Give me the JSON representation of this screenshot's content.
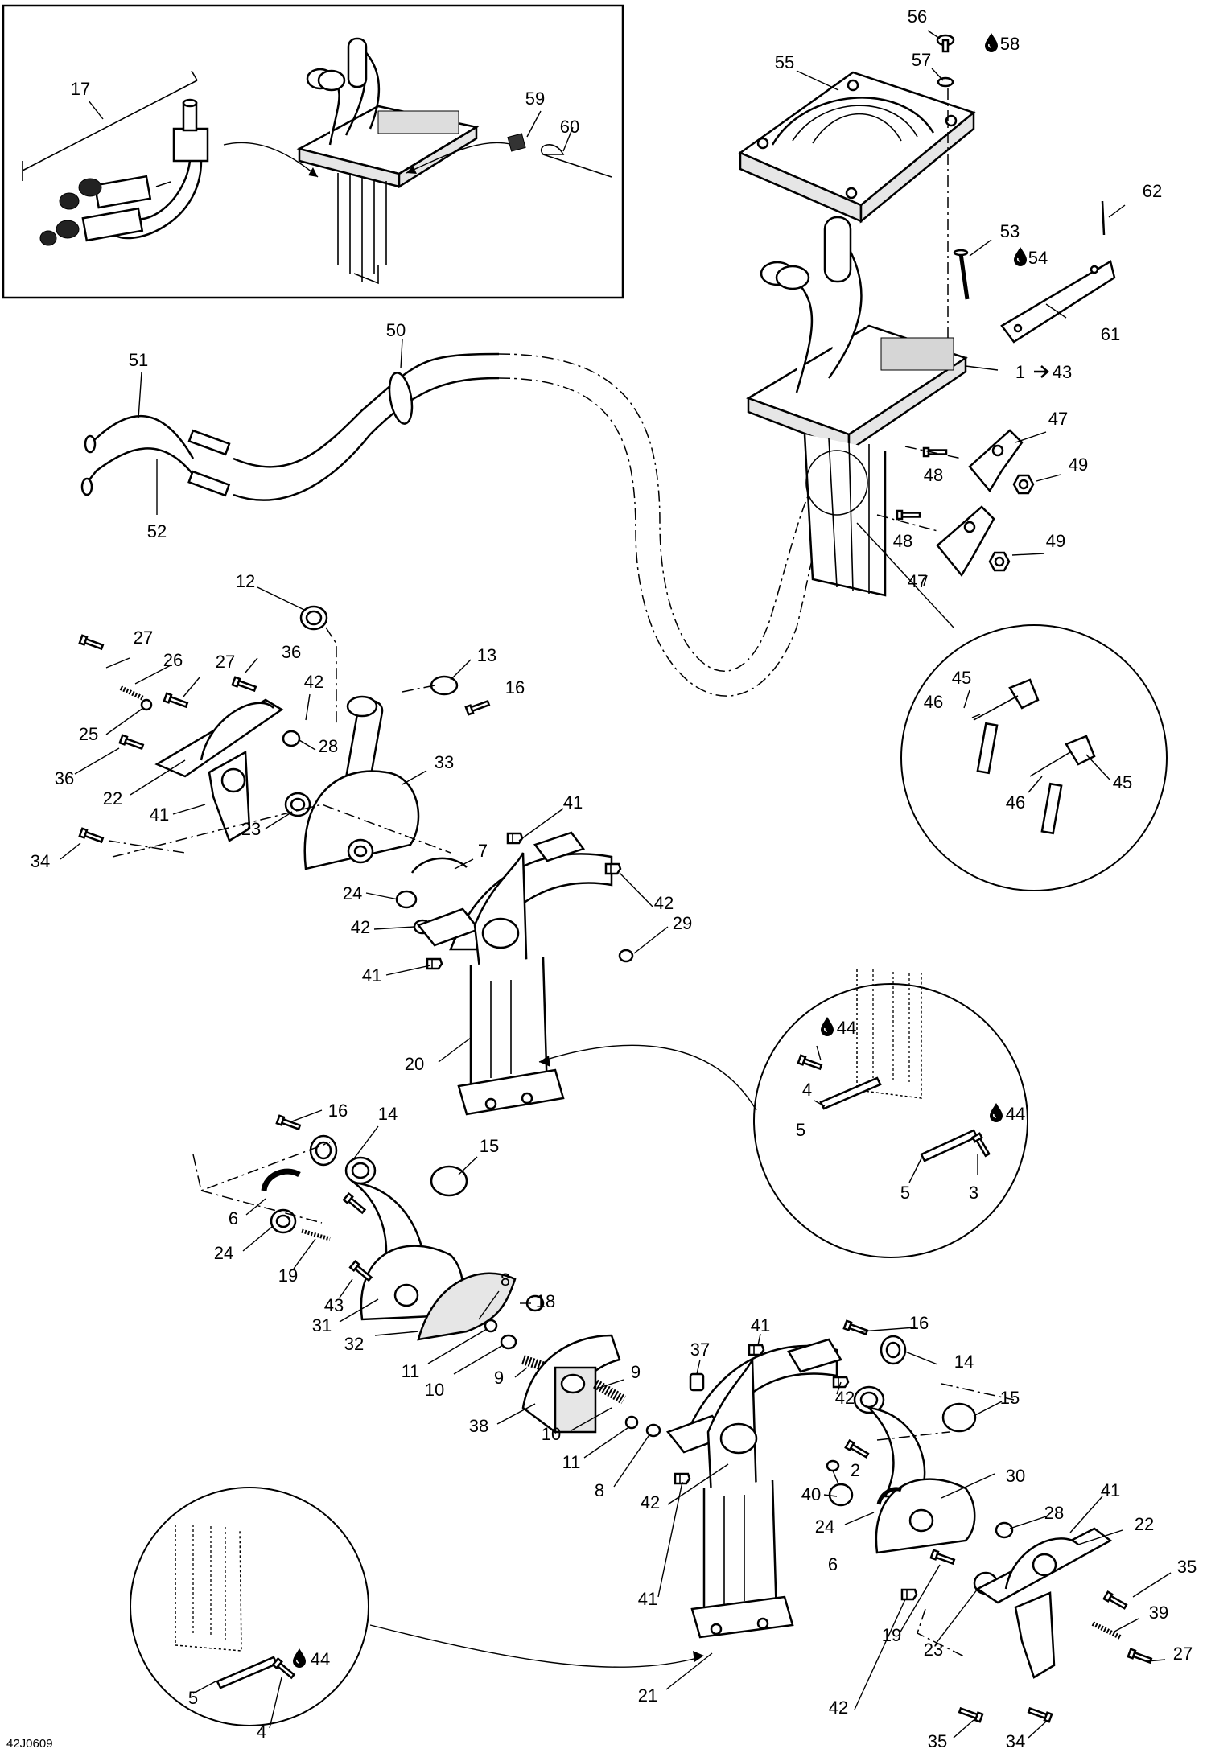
{
  "figure_code": "42J0609",
  "symbols": {
    "grease": "drop-icon",
    "assembly": "arrow-right-icon"
  },
  "labels": {
    "l1": "1",
    "l1_to": "43",
    "l2": "2",
    "l3": "3",
    "l4a": "4",
    "l4b": "4",
    "l5a": "5",
    "l5b": "5",
    "l5c": "5",
    "l6a": "6",
    "l6b": "6",
    "l7": "7",
    "l8a": "8",
    "l8b": "8",
    "l9a": "9",
    "l9b": "9",
    "l10a": "10",
    "l10b": "10",
    "l11a": "11",
    "l11b": "11",
    "l12": "12",
    "l13": "13",
    "l14a": "14",
    "l14b": "14",
    "l15a": "15",
    "l15b": "15",
    "l16a": "16",
    "l16b": "16",
    "l16c": "16",
    "l17": "17",
    "l18": "18",
    "l19a": "19",
    "l19b": "19",
    "l20": "20",
    "l21": "21",
    "l22a": "22",
    "l22b": "22",
    "l23a": "23",
    "l23b": "23",
    "l24a": "24",
    "l24b": "24",
    "l24c": "24",
    "l25": "25",
    "l26": "26",
    "l27a": "27",
    "l27b": "27",
    "l27c": "27",
    "l28a": "28",
    "l28b": "28",
    "l29": "29",
    "l30": "30",
    "l31": "31",
    "l32": "32",
    "l33": "33",
    "l34a": "34",
    "l34b": "34",
    "l35a": "35",
    "l35b": "35",
    "l36a": "36",
    "l36b": "36",
    "l37": "37",
    "l38": "38",
    "l39": "39",
    "l40": "40",
    "l41a": "41",
    "l41b": "41",
    "l41c": "41",
    "l41d": "41",
    "l41e": "41",
    "l41f": "41",
    "l42a": "42",
    "l42b": "42",
    "l42c": "42",
    "l42d": "42",
    "l42e": "42",
    "l42f": "42",
    "l44a": "44",
    "l44b": "44",
    "l44c": "44",
    "l45a": "45",
    "l45b": "45",
    "l46a": "46",
    "l46b": "46",
    "l47a": "47",
    "l47b": "47",
    "l48a": "48",
    "l48b": "48",
    "l49a": "49",
    "l49b": "49",
    "l50": "50",
    "l51": "51",
    "l52": "52",
    "l53": "53",
    "l54": "54",
    "l55": "55",
    "l56": "56",
    "l57": "57",
    "l58": "58",
    "l59": "59",
    "l60": "60",
    "l61": "61",
    "l62": "62"
  }
}
